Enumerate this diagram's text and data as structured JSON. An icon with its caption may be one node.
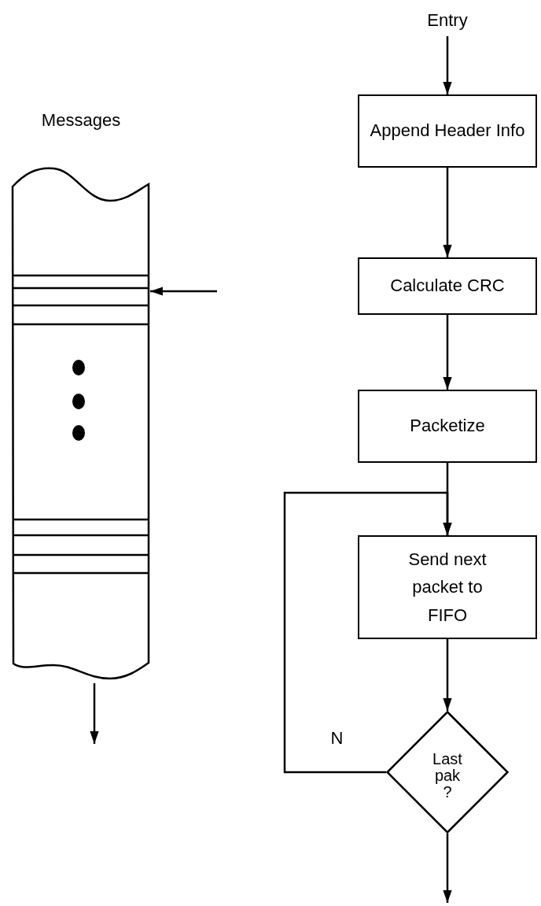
{
  "diagram": {
    "nodes": [
      {
        "text": [
          "Messages"
        ]
      },
      {
        "text": [
          "Entry"
        ]
      },
      {
        "text": [
          "Append Header Info"
        ]
      },
      {
        "text": [
          "Calculate CRC"
        ]
      },
      {
        "text": [
          "Packetize"
        ]
      },
      {
        "text": [
          "Send next packet to FIFO"
        ]
      },
      {
        "text": [
          "Last pak ?"
        ]
      }
    ],
    "edges": [
      {
        "from": null,
        "to": 0,
        "arrow": "to"
      },
      {
        "from": 0,
        "to": null,
        "arrow": "to"
      },
      {
        "from": 1,
        "to": 2,
        "arrow": "to"
      },
      {
        "from": 2,
        "to": 3,
        "arrow": "to"
      },
      {
        "from": 3,
        "to": 4,
        "arrow": "to"
      },
      {
        "from": 4,
        "to": 5,
        "arrow": "to"
      },
      {
        "from": 5,
        "to": 6,
        "arrow": "to"
      },
      {
        "from": 6,
        "to": 5,
        "arrow": "to",
        "label": "N"
      },
      {
        "from": 6,
        "to": null,
        "arrow": "to"
      }
    ]
  }
}
